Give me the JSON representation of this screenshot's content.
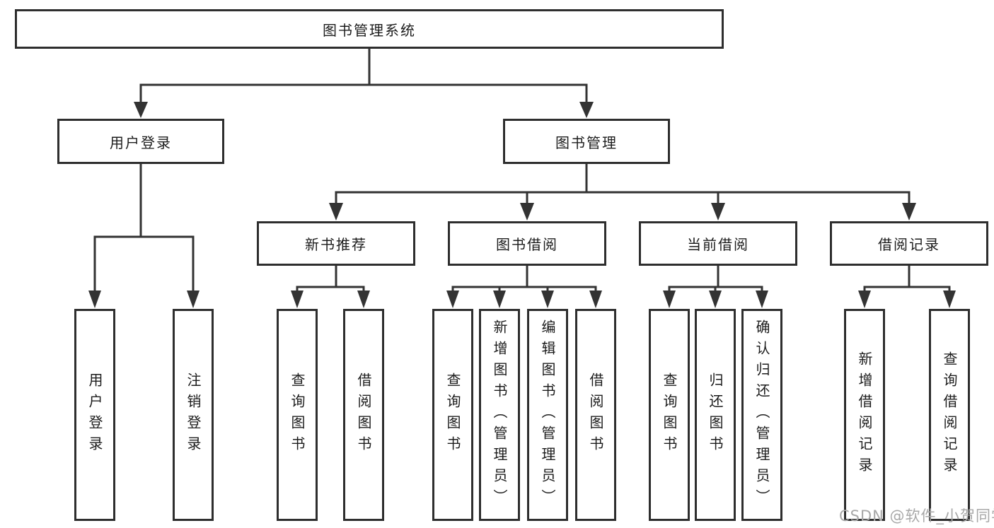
{
  "diagram": {
    "root": {
      "label": "图书管理系统"
    },
    "level2": [
      {
        "label": "用户登录"
      },
      {
        "label": "图书管理"
      }
    ],
    "level3": [
      {
        "label": "新书推荐",
        "parent": "图书管理"
      },
      {
        "label": "图书借阅",
        "parent": "图书管理"
      },
      {
        "label": "当前借阅",
        "parent": "图书管理"
      },
      {
        "label": "借阅记录",
        "parent": "图书管理"
      }
    ],
    "leaves": [
      {
        "label": "用户登录",
        "parent": "用户登录"
      },
      {
        "label": "注销登录",
        "parent": "用户登录"
      },
      {
        "label": "查询图书",
        "parent": "新书推荐"
      },
      {
        "label": "借阅图书",
        "parent": "新书推荐"
      },
      {
        "label": "查询图书",
        "parent": "图书借阅"
      },
      {
        "label": "新增图书（管理员）",
        "parent": "图书借阅"
      },
      {
        "label": "编辑图书（管理员）",
        "parent": "图书借阅"
      },
      {
        "label": "借阅图书",
        "parent": "图书借阅"
      },
      {
        "label": "查询图书",
        "parent": "当前借阅"
      },
      {
        "label": "归还图书",
        "parent": "当前借阅"
      },
      {
        "label": "确认归还（管理员）",
        "parent": "当前借阅"
      },
      {
        "label": "新增借阅记录",
        "parent": "借阅记录"
      },
      {
        "label": "查询借阅记录",
        "parent": "借阅记录"
      }
    ],
    "colors": {
      "line": "#333333",
      "box_border": "#2e2e2e",
      "text": "#1c1c1c",
      "background": "#ffffff"
    }
  },
  "watermark": {
    "text": "CSDN @软件_小贺同学",
    "color": "#a8a8a8"
  }
}
